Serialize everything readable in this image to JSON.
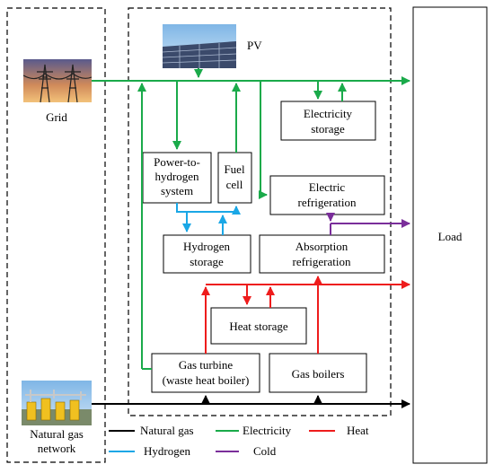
{
  "colors": {
    "natural_gas": "#000000",
    "electricity": "#1aaa4a",
    "heat": "#ee1c1c",
    "hydrogen": "#1aa7e6",
    "cold": "#7a2e9a"
  },
  "nodes": {
    "pv": "PV",
    "grid": "Grid",
    "natural_gas_network": [
      "Natural gas",
      "network"
    ],
    "load": "Load",
    "electricity_storage": [
      "Electricity",
      "storage"
    ],
    "power_to_hydrogen": [
      "Power-to-",
      "hydrogen",
      "system"
    ],
    "fuel_cell": [
      "Fuel",
      "cell"
    ],
    "electric_refrigeration": [
      "Electric",
      "refrigeration"
    ],
    "hydrogen_storage": [
      "Hydrogen",
      "storage"
    ],
    "absorption_refrigeration": [
      "Absorption",
      "refrigeration"
    ],
    "heat_storage": "Heat storage",
    "gas_turbine": [
      "Gas turbine",
      "(waste heat boiler)"
    ],
    "gas_boilers": "Gas  boilers"
  },
  "legend": {
    "natural_gas": "Natural gas",
    "electricity": "Electricity",
    "heat": "Heat",
    "hydrogen": "Hydrogen",
    "cold": "Cold"
  },
  "icons": {
    "pv": "solar-panel-field-photo",
    "grid": "power-transmission-tower-photo",
    "natural_gas_network": "gas-pipeline-station-photo"
  }
}
